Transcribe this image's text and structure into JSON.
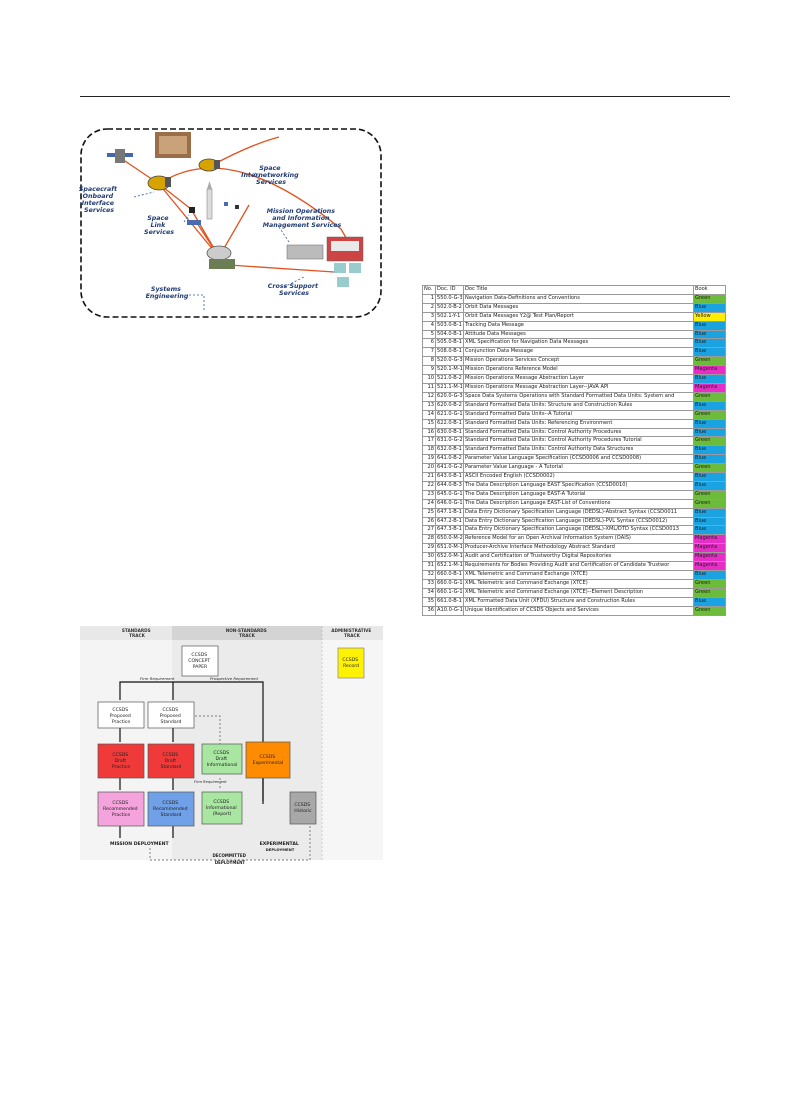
{
  "figure1": {
    "labels": {
      "spacecraft": [
        "Spacecraft",
        "Onboard",
        "Interface",
        "Services"
      ],
      "internetworking": [
        "Space",
        "Internetworking",
        "Services"
      ],
      "space_link": [
        "Space",
        "Link",
        "Services"
      ],
      "mission_ops": [
        "Mission Operations",
        "and Information",
        "Management Services"
      ],
      "cross_support": [
        "Cross Support",
        "Services"
      ],
      "systems_eng": [
        "Systems",
        "Engineering"
      ]
    }
  },
  "table": {
    "headers": [
      "No.",
      "Doc. ID",
      "Doc Title",
      "Book"
    ],
    "book_colors": {
      "Green": "#6dbb3a",
      "Blue": "#1aa3e0",
      "Yellow": "#ffee00",
      "Magenta": "#e62ec6"
    },
    "rows": [
      [
        "1",
        "550.0-G-3",
        "Navigation Data-Definitions and Conventions",
        "Green"
      ],
      [
        "2",
        "502.0-B-2",
        "Orbit Data Messages",
        "Blue"
      ],
      [
        "3",
        "502.1-Y-1",
        "Orbit Data Messages Y2@ Test Plan/Report",
        "Yellow"
      ],
      [
        "4",
        "503.0-B-1",
        "Tracking Data Message",
        "Blue"
      ],
      [
        "5",
        "504.0-B-1",
        "Attitude Data Messages",
        "Blue"
      ],
      [
        "6",
        "505.0-B-1",
        "XML Specification for Navigation Data Messages",
        "Blue"
      ],
      [
        "7",
        "508.0-B-1",
        "Conjunction Data Message",
        "Blue"
      ],
      [
        "8",
        "520.0-G-3",
        "Mission Operations Services Concept",
        "Green"
      ],
      [
        "9",
        "520.1-M-1",
        "Mission Operations Reference Model",
        "Magenta"
      ],
      [
        "10",
        "521.0-B-2",
        "Mission Operations Message Abstraction Layer",
        "Blue"
      ],
      [
        "11",
        "521.1-M-1",
        "Mission Operations Message Abstraction Layer--JAVA API",
        "Magenta"
      ],
      [
        "12",
        "620.0-G-3",
        "Space Data Systems Operations with Standard Formatted Data Units: System and",
        "Green"
      ],
      [
        "13",
        "620.0-B-2",
        "Standard Formatted Data Units: Structure and Construction Rules",
        "Blue"
      ],
      [
        "14",
        "621.0-G-1",
        "Standard Formatted Data Units--A Tutorial",
        "Green"
      ],
      [
        "15",
        "622.0-B-1",
        "Standard Formatted Data Units: Referencing Environment",
        "Blue"
      ],
      [
        "16",
        "630.0-B-1",
        "Standard Formatted Data Units: Control Authority Procedures",
        "Blue"
      ],
      [
        "17",
        "631.0-G-2",
        "Standard Formatted Data Units: Control Authority Procedures Tutorial",
        "Green"
      ],
      [
        "18",
        "632.0-B-1",
        "Standard Formatted Data Units: Control Authority Data Structures",
        "Blue"
      ],
      [
        "19",
        "641.0-B-2",
        "Parameter Value Language Specification (CCSD0006 and CCSD0008)",
        "Blue"
      ],
      [
        "20",
        "641.0-G-2",
        "Parameter Value Language - A Tutorial",
        "Green"
      ],
      [
        "21",
        "643.0-B-1",
        "ASCII Encoded English (CCSD0002)",
        "Blue"
      ],
      [
        "22",
        "644.0-B-3",
        "The Data Description Language EAST Specification (CCSD0010)",
        "Blue"
      ],
      [
        "23",
        "645.0-G-1",
        "The Data Description Language EAST-A Tutorial",
        "Green"
      ],
      [
        "24",
        "646.0-G-1",
        "The Data Description Language EAST-List of Conventions",
        "Green"
      ],
      [
        "25",
        "647.1-B-1",
        "Data Entry Dictionary Specification Language (DEDSL)-Abstract Syntax (CCSD0011",
        "Blue"
      ],
      [
        "26",
        "647.2-B-1",
        "Data Entry Dictionary Specification Language (DEDSL)-PVL Syntax (CCSD0012)",
        "Blue"
      ],
      [
        "27",
        "647.3-B-1",
        "Data Entry Dictionary Specification Language (DEDSL)-XML/DTD Syntax (CCSD0013",
        "Blue"
      ],
      [
        "28",
        "650.0-M-2",
        "Reference Model for an Open Archival Information System (OAIS)",
        "Magenta"
      ],
      [
        "29",
        "651.0-M-1",
        "Producer-Archive Interface Methodology Abstract Standard",
        "Magenta"
      ],
      [
        "30",
        "652.0-M-1",
        "Audit and Certification of Trustworthy Digital Repositories",
        "Magenta"
      ],
      [
        "31",
        "652.1-M-1",
        "Requirements for Bodies Providing Audit and Certification of Candidate Trustwor",
        "Magenta"
      ],
      [
        "32",
        "660.0-B-1",
        "XML Telemetric and Command Exchange (XTCE)",
        "Blue"
      ],
      [
        "33",
        "660.0-G-1",
        "XML Telemetric and Command Exchange (XTCE)",
        "Green"
      ],
      [
        "34",
        "660.1-G-1",
        "XML Telemetric and Command Exchange (XTCE)--Element Description",
        "Green"
      ],
      [
        "35",
        "661.0-B-1",
        "XML Formatted Data Unit (XFDU) Structure and Construction Rules",
        "Blue"
      ],
      [
        "36",
        "A10.0-G-1",
        "Unique Identification of CCSDS Objects and Services",
        "Green"
      ]
    ]
  },
  "figure2": {
    "tracks": [
      "STANDARDS",
      "TRACK",
      "NON-STANDARDS",
      "TRACK",
      "ADMINISTRATIVE",
      "TRACK"
    ],
    "concept": [
      "CCSDS",
      "CONCEPT",
      "PAPER"
    ],
    "record": [
      "CCSDS",
      "Record"
    ],
    "firm_req": "Firm Requirement",
    "prospective_req": "Prospective Requirement",
    "proposed_practice": [
      "CCSDS",
      "Proposed",
      "Practice"
    ],
    "proposed_standard": [
      "CCSDS",
      "Proposed",
      "Standard"
    ],
    "draft_practice": [
      "CCSDS",
      "Draft",
      "Practice"
    ],
    "draft_standard": [
      "CCSDS",
      "Draft",
      "Standard"
    ],
    "draft_informational": [
      "CCSDS",
      "Draft",
      "Informational"
    ],
    "experimental": [
      "CCSDS",
      "Experimental"
    ],
    "firm_req_small": "Firm Requirement",
    "rec_practice": [
      "CCSDS",
      "Recommended",
      "Practice"
    ],
    "rec_standard": [
      "CCSDS",
      "Recommended",
      "Standard"
    ],
    "informational": [
      "CCSDS",
      "Informational",
      "(Report)"
    ],
    "historic": [
      "CCSDS",
      "Historic"
    ],
    "mission_deployment": "MISSION DEPLOYMENT",
    "experimental_deployment": [
      "EXPERIMENTAL",
      "DEPLOYMENT"
    ],
    "decommitted": [
      "DECOMMITTED",
      "DEPLOYMENT"
    ]
  }
}
